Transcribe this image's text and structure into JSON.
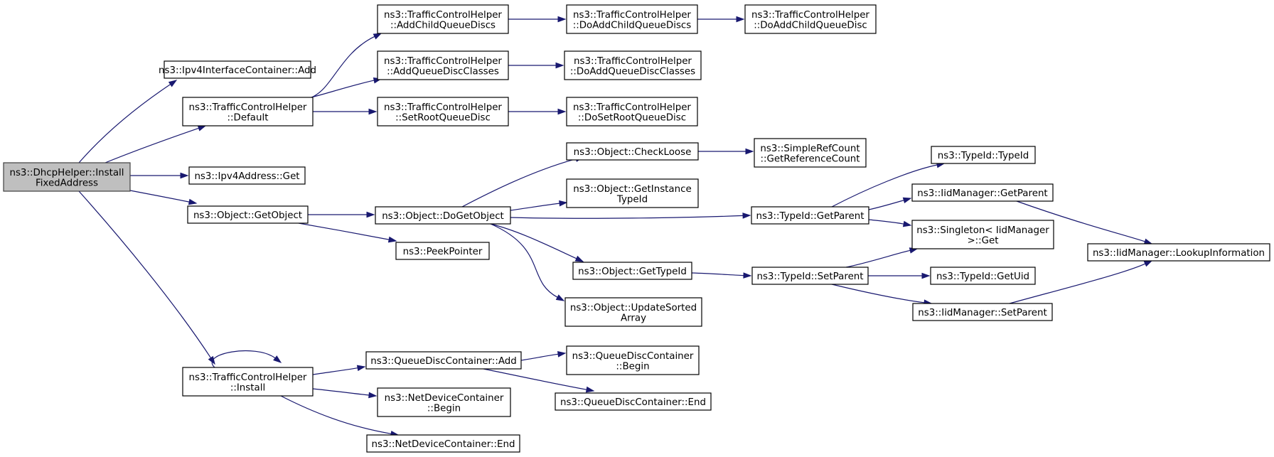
{
  "graph": {
    "edge_color": "#191970",
    "root_fill": "#bfbfbf",
    "nodes": [
      {
        "id": "root",
        "lines": [
          "ns3::DhcpHelper::Install",
          "FixedAddress"
        ],
        "root": true
      },
      {
        "id": "ipv4ic_add",
        "lines": [
          "ns3::Ipv4InterfaceContainer::Add"
        ]
      },
      {
        "id": "tch_default",
        "lines": [
          "ns3::TrafficControlHelper",
          "::Default"
        ]
      },
      {
        "id": "ipv4addr_get",
        "lines": [
          "ns3::Ipv4Address::Get"
        ]
      },
      {
        "id": "obj_getobject",
        "lines": [
          "ns3::Object::GetObject"
        ]
      },
      {
        "id": "tch_install",
        "lines": [
          "ns3::TrafficControlHelper",
          "::Install"
        ]
      },
      {
        "id": "tch_addchild",
        "lines": [
          "ns3::TrafficControlHelper",
          "::AddChildQueueDiscs"
        ]
      },
      {
        "id": "tch_addqdc",
        "lines": [
          "ns3::TrafficControlHelper",
          "::AddQueueDiscClasses"
        ]
      },
      {
        "id": "tch_setroot",
        "lines": [
          "ns3::TrafficControlHelper",
          "::SetRootQueueDisc"
        ]
      },
      {
        "id": "tch_doaddchilds",
        "lines": [
          "ns3::TrafficControlHelper",
          "::DoAddChildQueueDiscs"
        ]
      },
      {
        "id": "tch_doaddchild",
        "lines": [
          "ns3::TrafficControlHelper",
          "::DoAddChildQueueDisc"
        ]
      },
      {
        "id": "tch_doaddqdc",
        "lines": [
          "ns3::TrafficControlHelper",
          "::DoAddQueueDiscClasses"
        ]
      },
      {
        "id": "tch_dosetroot",
        "lines": [
          "ns3::TrafficControlHelper",
          "::DoSetRootQueueDisc"
        ]
      },
      {
        "id": "obj_dogetobject",
        "lines": [
          "ns3::Object::DoGetObject"
        ]
      },
      {
        "id": "peekpointer",
        "lines": [
          "ns3::PeekPointer"
        ]
      },
      {
        "id": "obj_checkloose",
        "lines": [
          "ns3::Object::CheckLoose"
        ]
      },
      {
        "id": "obj_getinst",
        "lines": [
          "ns3::Object::GetInstance",
          "TypeId"
        ]
      },
      {
        "id": "obj_gettypeid",
        "lines": [
          "ns3::Object::GetTypeId"
        ]
      },
      {
        "id": "obj_updsorted",
        "lines": [
          "ns3::Object::UpdateSorted",
          "Array"
        ]
      },
      {
        "id": "src_getrefcount",
        "lines": [
          "ns3::SimpleRefCount",
          "::GetReferenceCount"
        ]
      },
      {
        "id": "typeid_getparent",
        "lines": [
          "ns3::TypeId::GetParent"
        ]
      },
      {
        "id": "typeid_setparent",
        "lines": [
          "ns3::TypeId::SetParent"
        ]
      },
      {
        "id": "typeid_typeid",
        "lines": [
          "ns3::TypeId::TypeId"
        ]
      },
      {
        "id": "iidm_getparent",
        "lines": [
          "ns3::IidManager::GetParent"
        ]
      },
      {
        "id": "singleton_get",
        "lines": [
          "ns3::Singleton< IidManager",
          " >::Get"
        ]
      },
      {
        "id": "typeid_getuid",
        "lines": [
          "ns3::TypeId::GetUid"
        ]
      },
      {
        "id": "iidm_setparent",
        "lines": [
          "ns3::IidManager::SetParent"
        ]
      },
      {
        "id": "iidm_lookup",
        "lines": [
          "ns3::IidManager::LookupInformation"
        ]
      },
      {
        "id": "qdc_add",
        "lines": [
          "ns3::QueueDiscContainer::Add"
        ]
      },
      {
        "id": "ndc_begin",
        "lines": [
          "ns3::NetDeviceContainer",
          "::Begin"
        ]
      },
      {
        "id": "ndc_end",
        "lines": [
          "ns3::NetDeviceContainer::End"
        ]
      },
      {
        "id": "qdc_begin",
        "lines": [
          "ns3::QueueDiscContainer",
          "::Begin"
        ]
      },
      {
        "id": "qdc_end",
        "lines": [
          "ns3::QueueDiscContainer::End"
        ]
      }
    ],
    "edges": [
      [
        "root",
        "ipv4ic_add"
      ],
      [
        "root",
        "tch_default"
      ],
      [
        "root",
        "ipv4addr_get"
      ],
      [
        "root",
        "obj_getobject"
      ],
      [
        "root",
        "tch_install"
      ],
      [
        "tch_default",
        "tch_addchild"
      ],
      [
        "tch_default",
        "tch_addqdc"
      ],
      [
        "tch_default",
        "tch_setroot"
      ],
      [
        "tch_addchild",
        "tch_doaddchilds"
      ],
      [
        "tch_doaddchilds",
        "tch_doaddchild"
      ],
      [
        "tch_addqdc",
        "tch_doaddqdc"
      ],
      [
        "tch_setroot",
        "tch_dosetroot"
      ],
      [
        "obj_getobject",
        "obj_dogetobject"
      ],
      [
        "obj_getobject",
        "peekpointer"
      ],
      [
        "obj_dogetobject",
        "obj_checkloose"
      ],
      [
        "obj_dogetobject",
        "obj_getinst"
      ],
      [
        "obj_dogetobject",
        "typeid_getparent"
      ],
      [
        "obj_dogetobject",
        "obj_gettypeid"
      ],
      [
        "obj_dogetobject",
        "obj_updsorted"
      ],
      [
        "obj_checkloose",
        "src_getrefcount"
      ],
      [
        "typeid_getparent",
        "typeid_typeid"
      ],
      [
        "typeid_getparent",
        "iidm_getparent"
      ],
      [
        "typeid_getparent",
        "singleton_get"
      ],
      [
        "iidm_getparent",
        "iidm_lookup"
      ],
      [
        "obj_gettypeid",
        "typeid_setparent"
      ],
      [
        "typeid_setparent",
        "singleton_get"
      ],
      [
        "typeid_setparent",
        "typeid_getuid"
      ],
      [
        "typeid_setparent",
        "iidm_setparent"
      ],
      [
        "iidm_setparent",
        "iidm_lookup"
      ],
      [
        "tch_install",
        "tch_install"
      ],
      [
        "tch_install",
        "qdc_add"
      ],
      [
        "tch_install",
        "ndc_begin"
      ],
      [
        "tch_install",
        "ndc_end"
      ],
      [
        "qdc_add",
        "qdc_begin"
      ],
      [
        "qdc_add",
        "qdc_end"
      ]
    ]
  }
}
